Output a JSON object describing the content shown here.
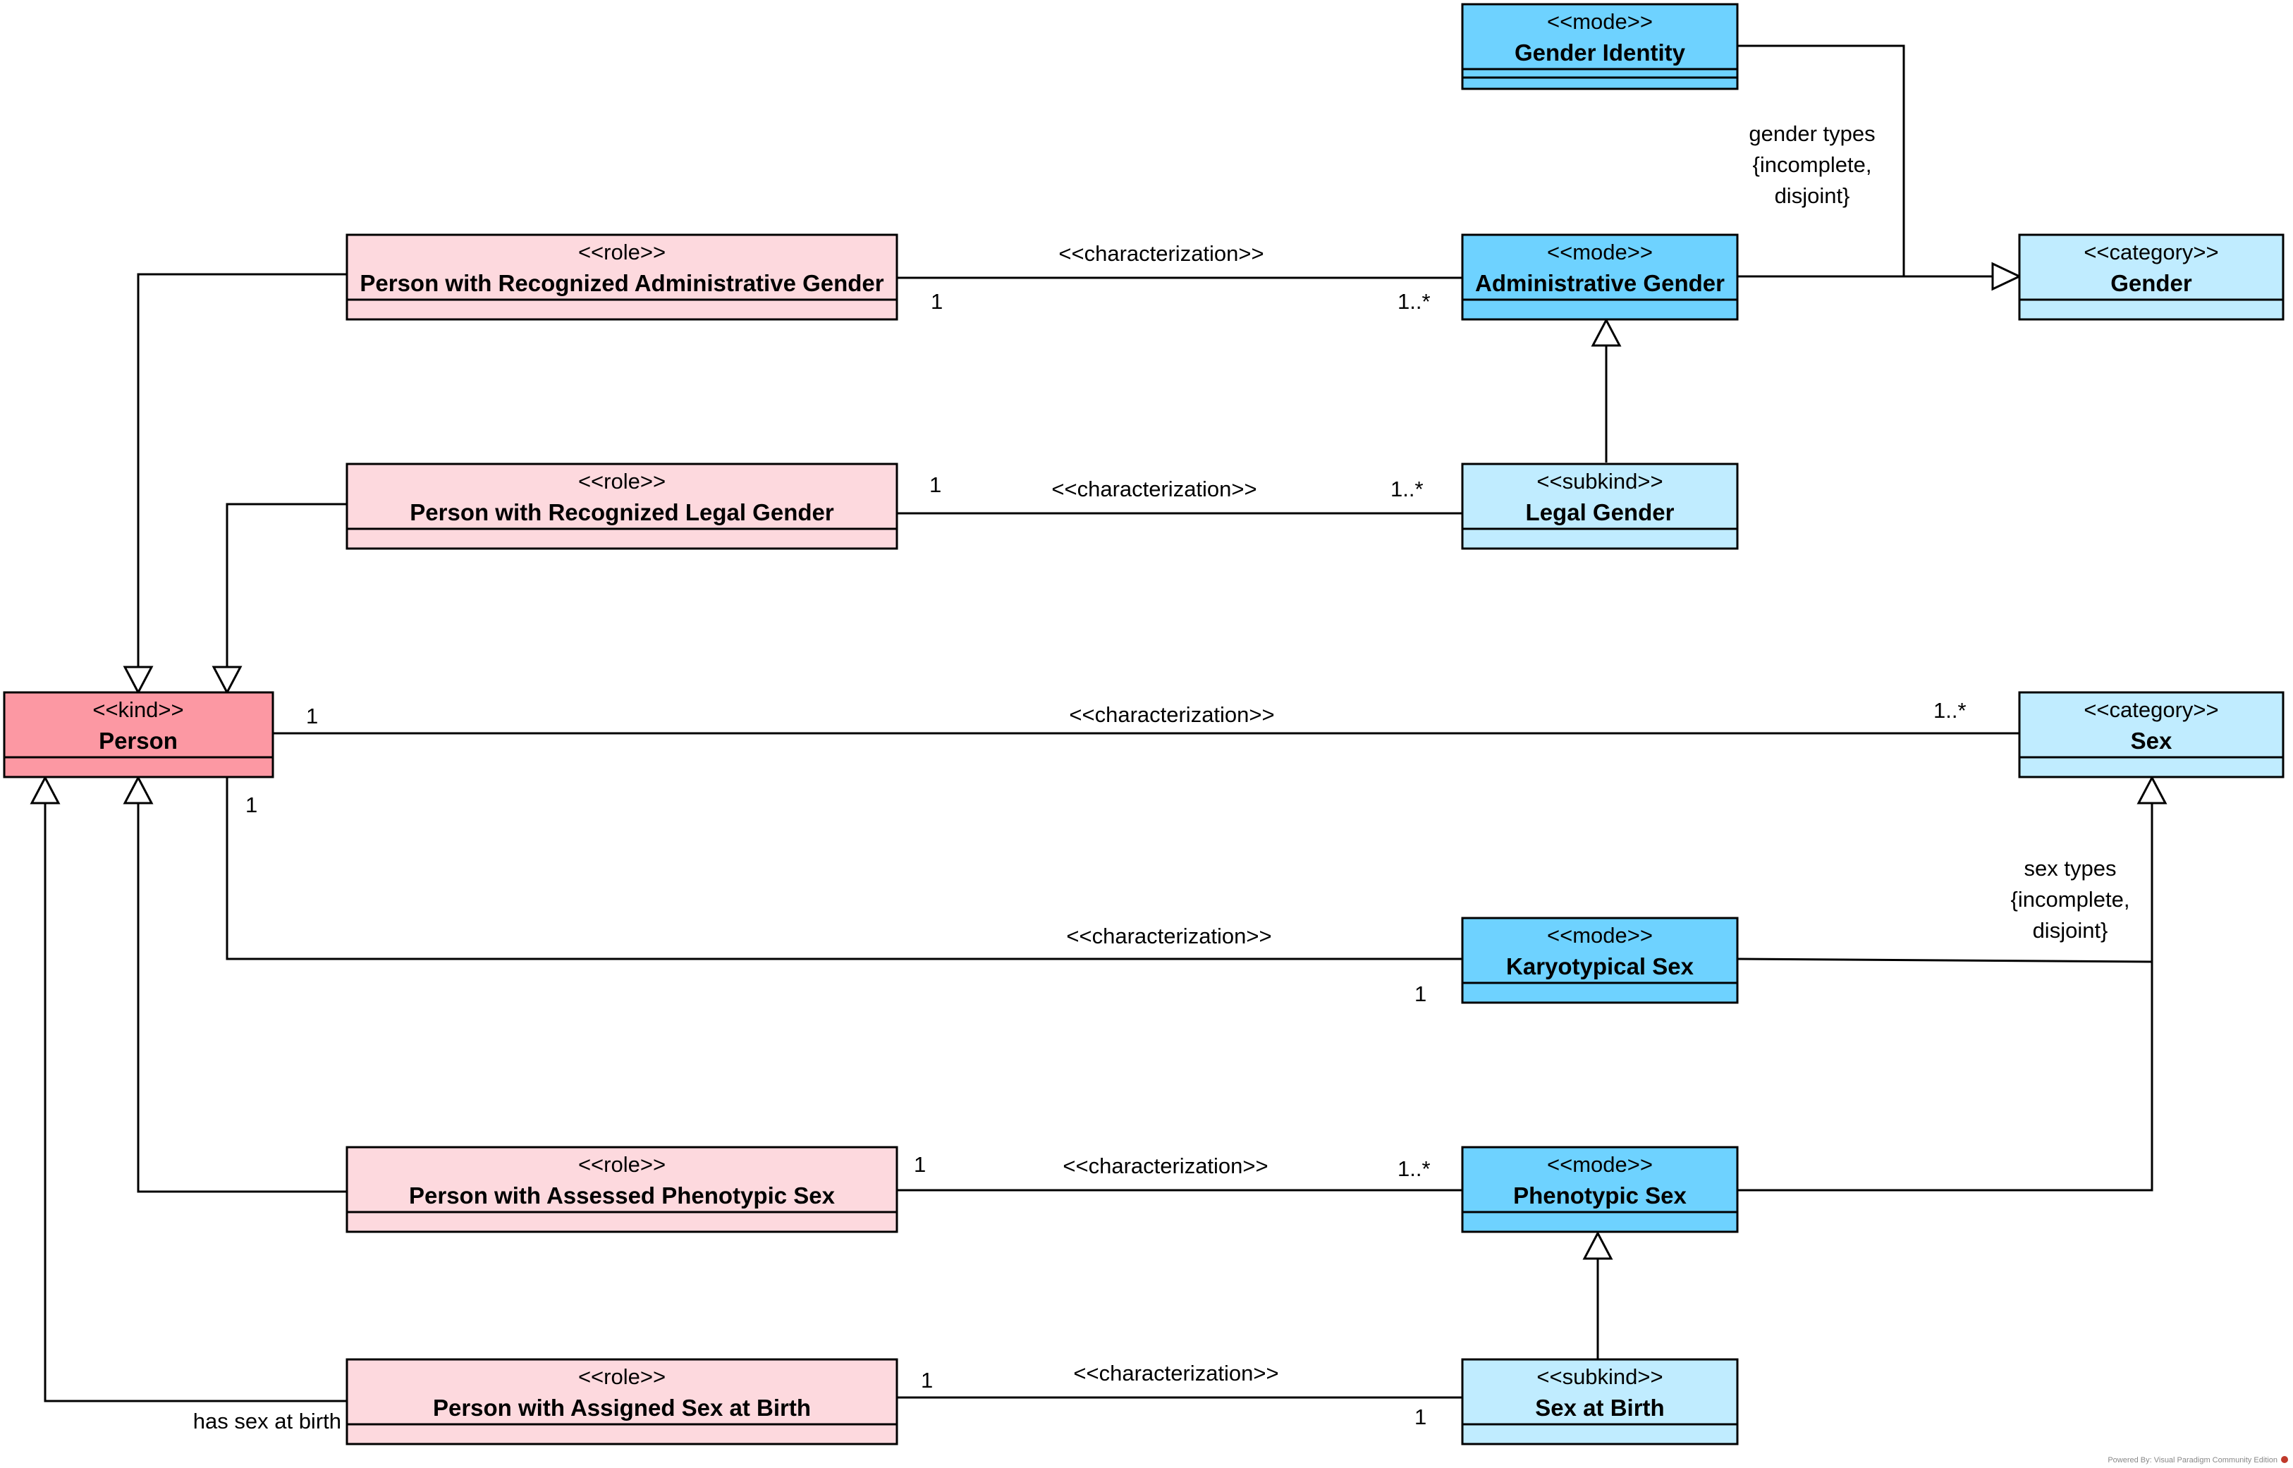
{
  "colors": {
    "kind": "#FC98A3",
    "role": "#FDD9DE",
    "mode": "#6ED2FF",
    "subkind": "#C0ECFF",
    "category": "#C0ECFF",
    "line": "#000000"
  },
  "classes": {
    "gender_identity": {
      "stereotype": "<<mode>>",
      "name": "Gender Identity",
      "kind": "mode"
    },
    "admin_gender_role": {
      "stereotype": "<<role>>",
      "name": "Person with Recognized Administrative Gender",
      "kind": "role"
    },
    "admin_gender": {
      "stereotype": "<<mode>>",
      "name": "Administrative Gender",
      "kind": "mode"
    },
    "gender": {
      "stereotype": "<<category>>",
      "name": "Gender",
      "kind": "category"
    },
    "legal_gender_role": {
      "stereotype": "<<role>>",
      "name": "Person with Recognized Legal Gender",
      "kind": "role"
    },
    "legal_gender": {
      "stereotype": "<<subkind>>",
      "name": "Legal Gender",
      "kind": "subkind"
    },
    "person": {
      "stereotype": "<<kind>>",
      "name": "Person",
      "kind": "kind"
    },
    "sex": {
      "stereotype": "<<category>>",
      "name": "Sex",
      "kind": "category"
    },
    "karyotypical_sex": {
      "stereotype": "<<mode>>",
      "name": "Karyotypical Sex",
      "kind": "mode"
    },
    "phenotypic_sex_role": {
      "stereotype": "<<role>>",
      "name": "Person with Assessed Phenotypic Sex",
      "kind": "role"
    },
    "phenotypic_sex": {
      "stereotype": "<<mode>>",
      "name": "Phenotypic Sex",
      "kind": "mode"
    },
    "sex_at_birth_role": {
      "stereotype": "<<role>>",
      "name": "Person with Assigned Sex at Birth",
      "kind": "role"
    },
    "sex_at_birth": {
      "stereotype": "<<subkind>>",
      "name": "Sex at Birth",
      "kind": "subkind"
    }
  },
  "associations": {
    "admin": {
      "label": "<<characterization>>",
      "source_mult": "1",
      "target_mult": "1..*"
    },
    "legal": {
      "label": "<<characterization>>",
      "source_mult": "1",
      "target_mult": "1..*"
    },
    "sex": {
      "label": "<<characterization>>",
      "source_mult": "1",
      "target_mult": "1..*"
    },
    "karyo": {
      "label": "<<characterization>>",
      "source_mult": "1",
      "target_mult": "1"
    },
    "pheno": {
      "label": "<<characterization>>",
      "source_mult": "1",
      "target_mult": "1..*"
    },
    "birth": {
      "label": "<<characterization>>",
      "source_mult": "1",
      "target_mult": "1",
      "side_label": "has sex at birth"
    }
  },
  "generalization_sets": {
    "gender_types": {
      "line1": "gender types",
      "line2": "{incomplete,",
      "line3": "disjoint}"
    },
    "sex_types": {
      "line1": "sex types",
      "line2": "{incomplete,",
      "line3": "disjoint}"
    }
  },
  "footer": "Powered By: Visual Paradigm Community Edition"
}
